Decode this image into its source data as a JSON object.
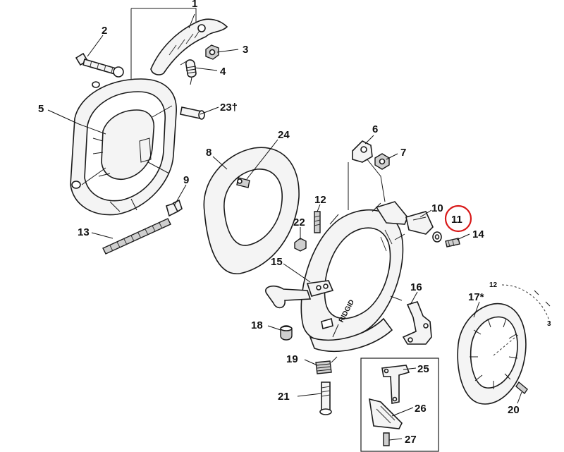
{
  "callouts": {
    "c1": "1",
    "c2": "2",
    "c3": "3",
    "c4": "4",
    "c5": "5",
    "c6": "6",
    "c7": "7",
    "c8": "8",
    "c9": "9",
    "c10": "10",
    "c11": "11",
    "c12": "12",
    "c13": "13",
    "c14": "14",
    "c15": "15",
    "c16": "16",
    "c17": "17*",
    "c18": "18",
    "c19": "19",
    "c20": "20",
    "c21": "21",
    "c22": "22",
    "c23": "23†",
    "c24": "24",
    "c25": "25",
    "c26": "26",
    "c27": "27"
  },
  "clock": {
    "twelve": "12",
    "three": "3"
  },
  "ring_stamp": "RIDGID",
  "highlight_color": "#d81818"
}
